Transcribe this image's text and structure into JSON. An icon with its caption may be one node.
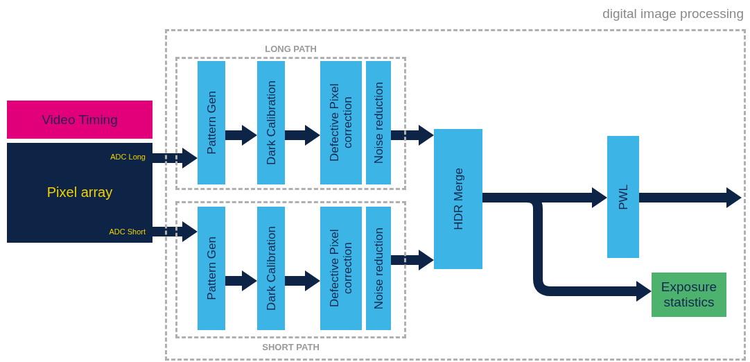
{
  "diagram": {
    "nodes": [
      {
        "text": [
          "digital image processing"
        ]
      },
      {
        "text": [
          "LONG PATH"
        ],
        "in": 0
      },
      {
        "text": [
          "Pattern Gen"
        ],
        "in": 1
      },
      {
        "text": [
          "Dark Calibration"
        ],
        "in": 1
      },
      {
        "text": [
          "Defective Pixel correction"
        ],
        "in": 1
      },
      {
        "text": [
          "Noise reduction"
        ],
        "in": 1
      },
      {
        "text": [
          "SHORT PATH"
        ],
        "in": 0
      },
      {
        "text": [
          "Pattern Gen"
        ],
        "in": 6
      },
      {
        "text": [
          "Dark Calibration"
        ],
        "in": 6
      },
      {
        "text": [
          "Defective Pixel correction"
        ],
        "in": 6
      },
      {
        "text": [
          "Noise reduction"
        ],
        "in": 6
      },
      {
        "text": [
          "HDR Merge"
        ],
        "in": 0
      },
      {
        "text": [
          "PWL"
        ],
        "in": 0
      },
      {
        "text": [
          "Exposure statistics"
        ],
        "in": 0
      },
      {
        "text": [
          "Video Timing"
        ]
      },
      {
        "text": [
          "ADC Long",
          "Pixel array",
          "ADC Short"
        ]
      }
    ],
    "edges": [
      {
        "from": 15,
        "to": 2,
        "arrow": "to"
      },
      {
        "from": 15,
        "to": 7,
        "arrow": "to"
      },
      {
        "from": 2,
        "to": 3,
        "arrow": "to"
      },
      {
        "from": 3,
        "to": 4,
        "arrow": "to"
      },
      {
        "from": 5,
        "to": 11,
        "arrow": "to"
      },
      {
        "from": 7,
        "to": 8,
        "arrow": "to"
      },
      {
        "from": 8,
        "to": 9,
        "arrow": "to"
      },
      {
        "from": 10,
        "to": 11,
        "arrow": "to"
      },
      {
        "from": 11,
        "to": 12,
        "arrow": "to"
      },
      {
        "from": 11,
        "to": 13,
        "arrow": "to"
      },
      {
        "from": 12,
        "to": null,
        "arrow": "to"
      }
    ]
  }
}
